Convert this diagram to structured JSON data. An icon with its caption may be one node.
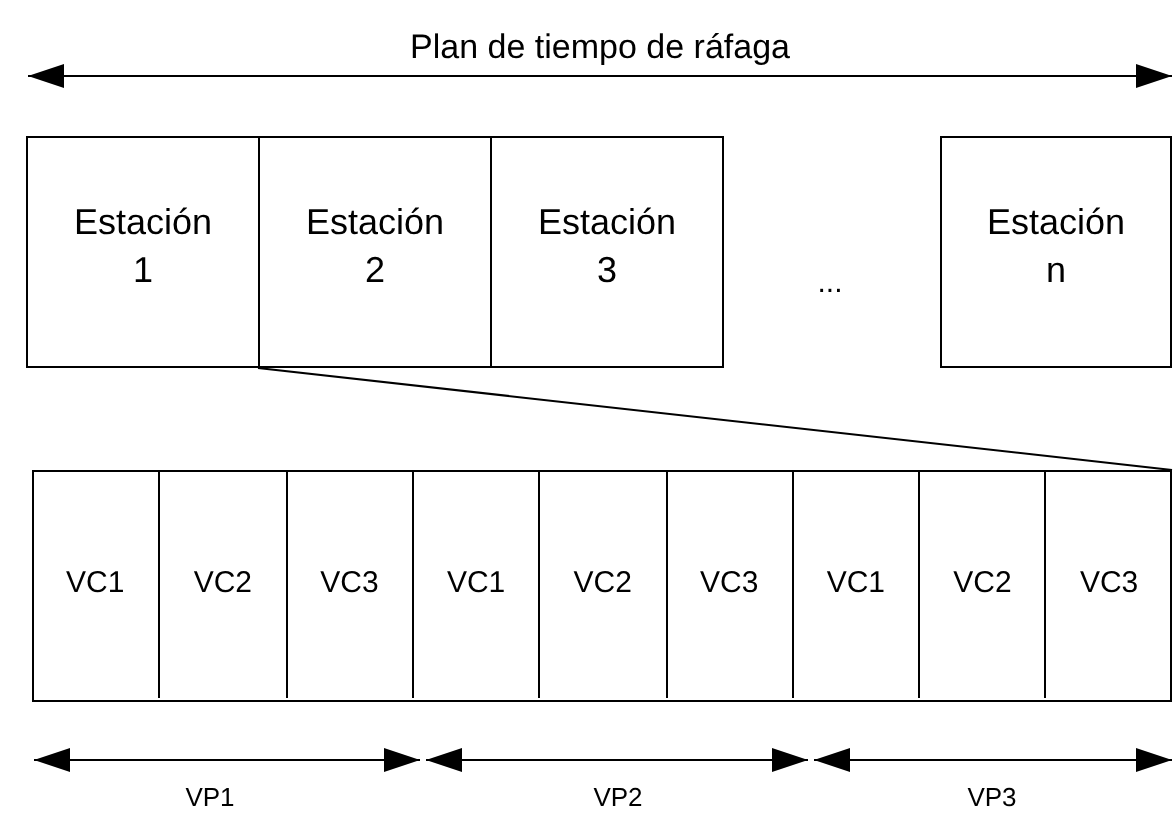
{
  "diagram": {
    "title": "Plan de tiempo de ráfaga",
    "nodes": [
      {
        "text": [
          "Estación 1"
        ]
      },
      {
        "text": [
          "Estación 2"
        ]
      },
      {
        "text": [
          "Estación 3"
        ]
      },
      {
        "text": [
          "Estación n"
        ]
      },
      {
        "text": [],
        "shape": "box"
      },
      {
        "text": [
          "VC1"
        ],
        "in": 4
      },
      {
        "text": [
          "VC2"
        ],
        "in": 4
      },
      {
        "text": [
          "VC3"
        ],
        "in": 4
      },
      {
        "text": [
          "VC1"
        ],
        "in": 4
      },
      {
        "text": [
          "VC2"
        ],
        "in": 4
      },
      {
        "text": [
          "VC3"
        ],
        "in": 4
      },
      {
        "text": [
          "VC1"
        ],
        "in": 4
      },
      {
        "text": [
          "VC2"
        ],
        "in": 4
      },
      {
        "text": [
          "VC3"
        ],
        "in": 4
      }
    ],
    "edges": [
      {
        "from": 1,
        "to": 4,
        "arrow": "none"
      }
    ],
    "labels": [
      "...",
      "VP1",
      "VP2",
      "VP3"
    ]
  }
}
